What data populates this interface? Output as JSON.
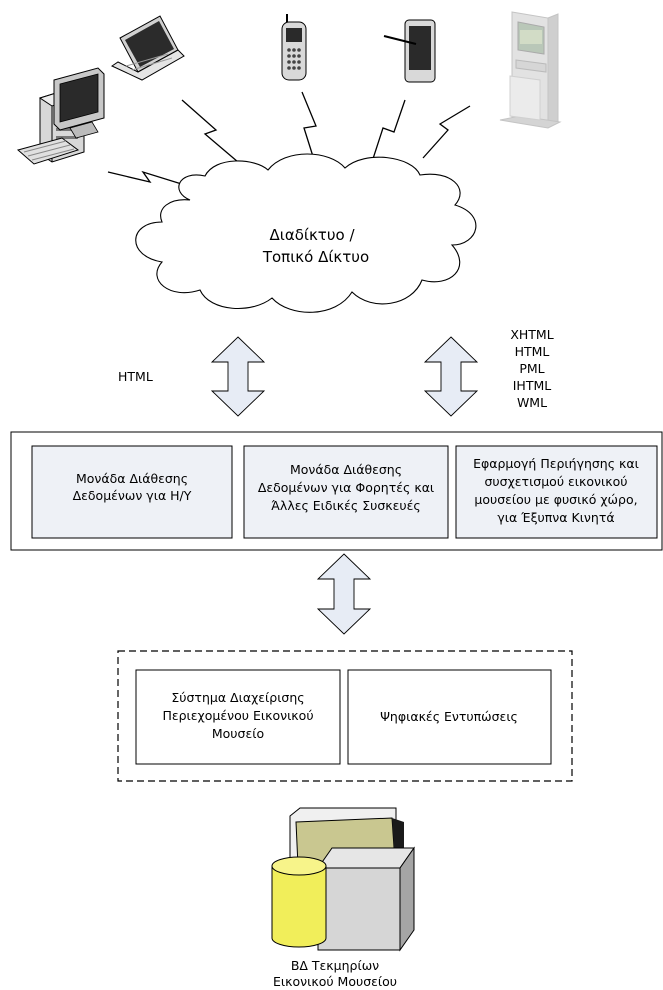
{
  "cloud": {
    "line1": "Διαδίκτυο /",
    "line2": "Τοπικό Δίκτυο"
  },
  "protocols": {
    "left": "HTML",
    "right": [
      "XHTML",
      "HTML",
      "PML",
      "IHTML",
      "WML"
    ]
  },
  "delivery_units": [
    {
      "lines": [
        "Μονάδα Διάθεσης",
        "Δεδομένων για Η/Υ"
      ]
    },
    {
      "lines": [
        "Μονάδα Διάθεσης",
        "Δεδομένων για Φορητές και",
        "Άλλες Ειδικές Συσκευές"
      ]
    },
    {
      "lines": [
        "Εφαρμογή Περιήγησης και",
        "συσχετισμού εικονικού",
        "μουσείου με φυσικό χώρο,",
        "για Έξυπνα Κινητά"
      ]
    }
  ],
  "backend_units": [
    {
      "lines": [
        "Σύστημα Διαχείρισης",
        "Περιεχομένου Εικονικού",
        "Μουσείο"
      ]
    },
    {
      "lines": [
        "Ψηφιακές Εντυπώσεις"
      ]
    }
  ],
  "database": {
    "line1": "ΒΔ Τεκμηρίων",
    "line2": "Εικονικού Μουσείου"
  },
  "devices": [
    "desktop-computer",
    "laptop",
    "mobile-phone",
    "pda",
    "information-kiosk"
  ],
  "colors": {
    "box_fill": "#eef1f6",
    "arrow_fill": "#e7ecf5",
    "cylinder_yellow": "#f1ee5a",
    "folder_green": "#c9c790"
  }
}
